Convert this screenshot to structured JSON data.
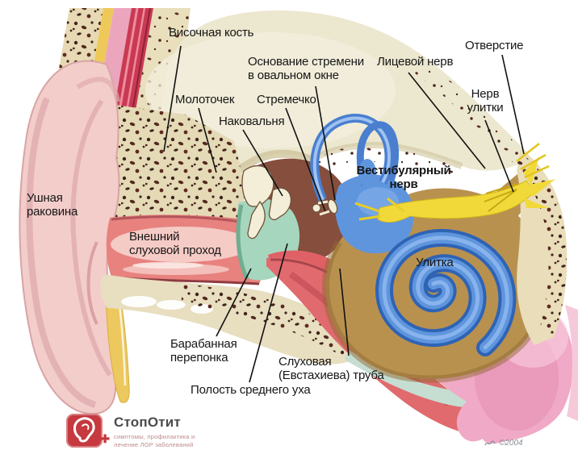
{
  "labels": {
    "temporal_bone": "Височная кость",
    "stapes_base": "Основание стремени\nв овальном окне",
    "malleus": "Молоточек",
    "stapes": "Стремечко",
    "incus": "Наковальня",
    "facial_nerve": "Лицевой нерв",
    "opening": "Отверстие",
    "cochlear_nerve": "Нерв\nулитки",
    "pinna": "Ушная\nраковина",
    "vestibular_nerve": "Вестибулярный\nнерв",
    "ear_canal": "Внешний\nслуховой проход",
    "cochlea": "Улитка",
    "eardrum": "Барабанная\nперепонка",
    "eustachian_tube": "Слуховая\n(Евстахиева) труба",
    "middle_ear_cavity": "Полость среднего уха"
  },
  "logo": {
    "title": "СтопОтит",
    "subtitle": "симптомы, профилактика и\nлечение ЛОР заболеваний",
    "plus_glyph": "✚",
    "brand_color": "#c5393f"
  },
  "signature": "©2004",
  "colors": {
    "pinna_pink": "#f3cdca",
    "canal_red": "#e8827f",
    "bone_cream": "#ece7cf",
    "bone_speckle": "#3f231d",
    "eardrum_teal": "#a6d6bd",
    "inner_ear_blue": "#5f95dd",
    "nerve_yellow": "#f2d93a",
    "cavity_red": "#df6166",
    "muscle_pink": "#f0a9c6",
    "label_text": "#161616"
  }
}
